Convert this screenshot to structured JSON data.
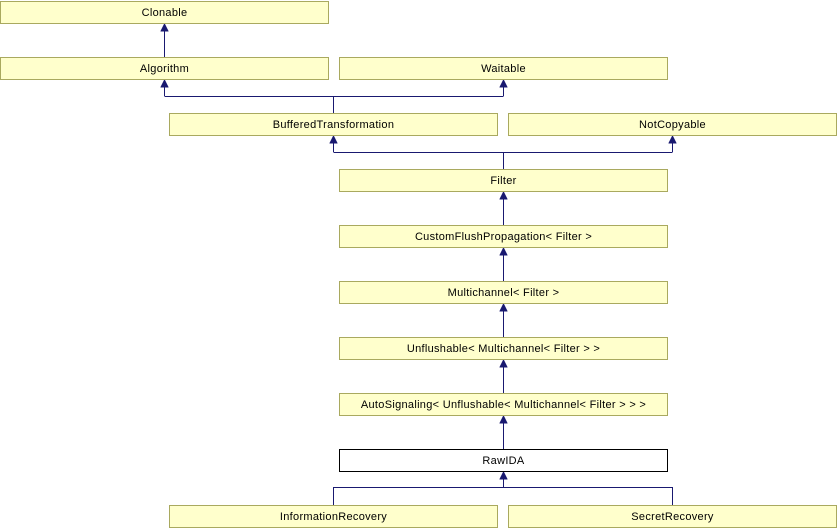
{
  "diagram": {
    "kind": "class-inheritance-graph",
    "colors": {
      "background": "#ffffff",
      "node_fill": "#ffffcc",
      "node_border": "#a9a95f",
      "current_node_fill": "#ffffff",
      "current_node_border": "#000000",
      "edge": "#191970",
      "text": "#000000"
    },
    "nodes": [
      {
        "id": "clonable",
        "label": "Clonable"
      },
      {
        "id": "algorithm",
        "label": "Algorithm"
      },
      {
        "id": "waitable",
        "label": "Waitable"
      },
      {
        "id": "buffered-transformation",
        "label": "BufferedTransformation"
      },
      {
        "id": "not-copyable",
        "label": "NotCopyable"
      },
      {
        "id": "filter",
        "label": "Filter"
      },
      {
        "id": "custom-flush-propagation",
        "label": "CustomFlushPropagation< Filter >"
      },
      {
        "id": "multichannel",
        "label": "Multichannel< Filter >"
      },
      {
        "id": "unflushable",
        "label": "Unflushable< Multichannel< Filter > >"
      },
      {
        "id": "auto-signaling",
        "label": "AutoSignaling< Unflushable< Multichannel< Filter > > >"
      },
      {
        "id": "rawida",
        "label": "RawIDA",
        "current": true
      },
      {
        "id": "information-recovery",
        "label": "InformationRecovery"
      },
      {
        "id": "secret-recovery",
        "label": "SecretRecovery"
      }
    ],
    "edges": [
      {
        "from": "Algorithm",
        "to": "Clonable"
      },
      {
        "from": "BufferedTransformation",
        "to": "Algorithm"
      },
      {
        "from": "BufferedTransformation",
        "to": "Waitable"
      },
      {
        "from": "Filter",
        "to": "BufferedTransformation"
      },
      {
        "from": "Filter",
        "to": "NotCopyable"
      },
      {
        "from": "CustomFlushPropagation< Filter >",
        "to": "Filter"
      },
      {
        "from": "Multichannel< Filter >",
        "to": "CustomFlushPropagation< Filter >"
      },
      {
        "from": "Unflushable< Multichannel< Filter > >",
        "to": "Multichannel< Filter >"
      },
      {
        "from": "AutoSignaling< Unflushable< Multichannel< Filter > > >",
        "to": "Unflushable< Multichannel< Filter > >"
      },
      {
        "from": "RawIDA",
        "to": "AutoSignaling< Unflushable< Multichannel< Filter > > >"
      },
      {
        "from": "InformationRecovery",
        "to": "RawIDA"
      },
      {
        "from": "SecretRecovery",
        "to": "RawIDA"
      }
    ]
  }
}
